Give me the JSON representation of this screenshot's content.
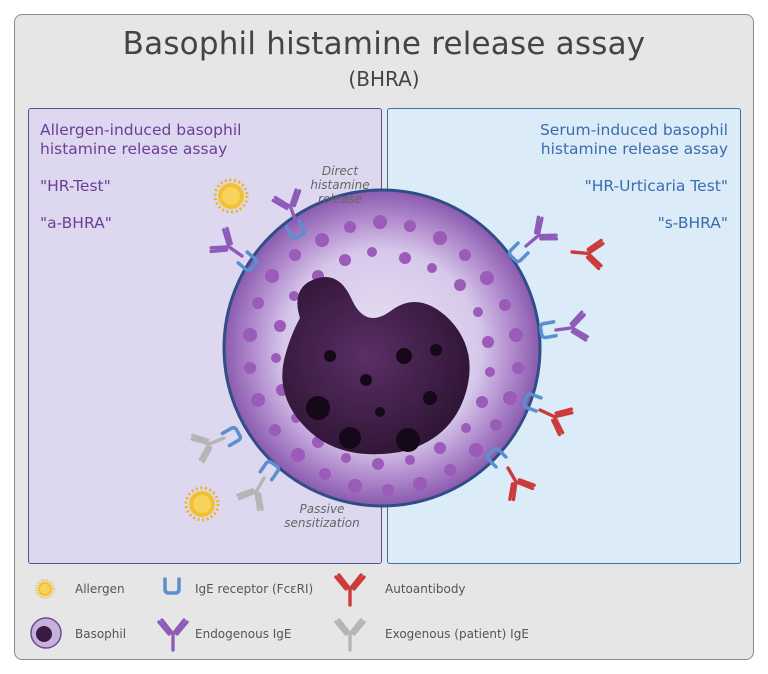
{
  "title": "Basophil histamine release assay",
  "subtitle": "(BHRA)",
  "left_panel": {
    "heading_line1": "Allergen-induced basophil",
    "heading_line2": "histamine release assay",
    "alias1": "\"HR-Test\"",
    "alias2": "\"a-BHRA\""
  },
  "right_panel": {
    "heading_line1": "Serum-induced basophil",
    "heading_line2": "histamine release assay",
    "alias1": "\"HR-Urticaria Test\"",
    "alias2": "\"s-BHRA\""
  },
  "annotations": {
    "direct_line1": "Direct",
    "direct_line2": "histamine",
    "direct_line3": "release",
    "passive_line1": "Passive",
    "passive_line2": "sensitization"
  },
  "legend": {
    "allergen": "Allergen",
    "ige_receptor": "IgE receptor (FcεRI)",
    "autoantibody": "Autoantibody",
    "basophil": "Basophil",
    "endogenous_ige": "Endogenous IgE",
    "exogenous_ige": "Exogenous (patient) IgE"
  },
  "colors": {
    "left_text": "#6b3f97",
    "right_text": "#3a6cae",
    "endogenous_ige": "#8e5cb8",
    "exogenous_ige": "#b5b5b5",
    "autoantibody": "#cc3a3a",
    "receptor": "#5b8fcf",
    "allergen": "#f3c032"
  }
}
